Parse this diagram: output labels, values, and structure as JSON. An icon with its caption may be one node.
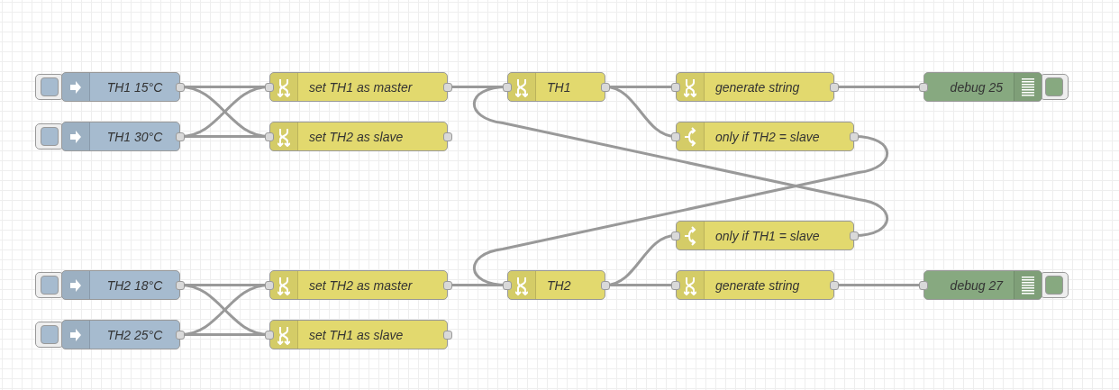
{
  "diagram": {
    "nodes": [
      {
        "text": [
          "TH1 15°C"
        ]
      },
      {
        "text": [
          "set TH1 as master"
        ]
      },
      {
        "text": [
          "TH1"
        ]
      },
      {
        "text": [
          "generate string"
        ]
      },
      {
        "text": [
          "debug 25"
        ]
      },
      {
        "text": [
          "TH1 30°C"
        ]
      },
      {
        "text": [
          "set TH2 as slave"
        ]
      },
      {
        "text": [
          "only if TH2 = slave"
        ]
      },
      {
        "text": [
          "only if TH1 = slave"
        ]
      },
      {
        "text": [
          "TH2 18°C"
        ]
      },
      {
        "text": [
          "set TH2 as master"
        ]
      },
      {
        "text": [
          "TH2"
        ]
      },
      {
        "text": [
          "generate string"
        ]
      },
      {
        "text": [
          "debug 27"
        ]
      },
      {
        "text": [
          "TH2 25°C"
        ]
      },
      {
        "text": [
          "set TH1 as slave"
        ]
      }
    ],
    "edges": [
      {
        "from": 0,
        "to": 1,
        "arrow": "none"
      },
      {
        "from": 0,
        "to": 6,
        "arrow": "none"
      },
      {
        "from": 5,
        "to": 1,
        "arrow": "none"
      },
      {
        "from": 5,
        "to": 6,
        "arrow": "none"
      },
      {
        "from": 1,
        "to": 2,
        "arrow": "none"
      },
      {
        "from": 2,
        "to": 3,
        "arrow": "none"
      },
      {
        "from": 2,
        "to": 7,
        "arrow": "none"
      },
      {
        "from": 3,
        "to": 4,
        "arrow": "none"
      },
      {
        "from": 8,
        "to": 2,
        "arrow": "none"
      },
      {
        "from": 7,
        "to": 11,
        "arrow": "none"
      },
      {
        "from": 9,
        "to": 10,
        "arrow": "none"
      },
      {
        "from": 9,
        "to": 15,
        "arrow": "none"
      },
      {
        "from": 14,
        "to": 10,
        "arrow": "none"
      },
      {
        "from": 14,
        "to": 15,
        "arrow": "none"
      },
      {
        "from": 10,
        "to": 11,
        "arrow": "none"
      },
      {
        "from": 11,
        "to": 8,
        "arrow": "none"
      },
      {
        "from": 11,
        "to": 12,
        "arrow": "none"
      },
      {
        "from": 12,
        "to": 13,
        "arrow": "none"
      }
    ]
  }
}
